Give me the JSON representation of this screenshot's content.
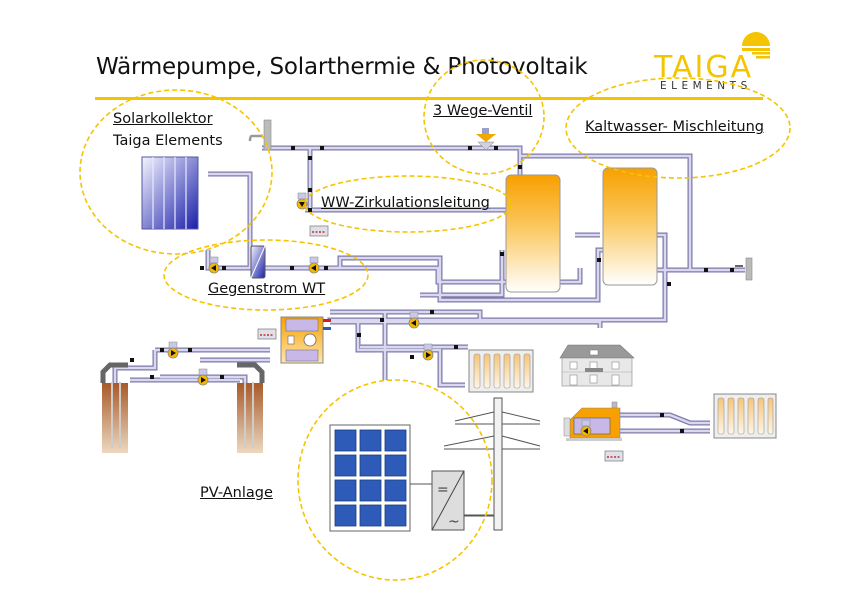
{
  "header": {
    "title": "Wärmepumpe,  Solarthermie & Photovoltaik",
    "logo": {
      "word": "TAIGA",
      "sub": "ELEMENTS",
      "icon": "sun-icon"
    }
  },
  "labels": {
    "solar_collector": "Solarkollektor",
    "solar_collector_brand": "Taiga Elements",
    "three_way_valve": "3 Wege-Ventil",
    "cold_water_mix": "Kaltwasser- Mischleitung",
    "ww_circulation": "WW-Zirkulationsleitung",
    "counterflow_hx": "Gegenstrom WT",
    "pv_system": "PV-Anlage"
  },
  "components": [
    {
      "name": "solar-collector-icon"
    },
    {
      "name": "counterflow-heat-exchanger-icon"
    },
    {
      "name": "hot-water-tank-icon"
    },
    {
      "name": "buffer-tank-icon"
    },
    {
      "name": "heat-pump-icon"
    },
    {
      "name": "ground-probe-icon"
    },
    {
      "name": "radiator-icon"
    },
    {
      "name": "house-icon"
    },
    {
      "name": "boiler-icon"
    },
    {
      "name": "pv-panel-icon"
    },
    {
      "name": "inverter-icon"
    },
    {
      "name": "power-pylon-icon"
    },
    {
      "name": "controller-icon"
    },
    {
      "name": "pump-icon"
    },
    {
      "name": "tap-icon"
    },
    {
      "name": "three-way-valve-icon"
    }
  ],
  "inverter": {
    "dc_symbol": "=",
    "ac_symbol": "~"
  },
  "colors": {
    "accent": "#f5c400",
    "pipe": "#b8b6d8",
    "pipe_edge": "#7a78a8",
    "tank_top": "#f7a400",
    "tank_bottom": "#ffffff",
    "collector": "#2b2fb0",
    "pv_cell": "#2e5bb8",
    "earth": "#b06a3a"
  }
}
